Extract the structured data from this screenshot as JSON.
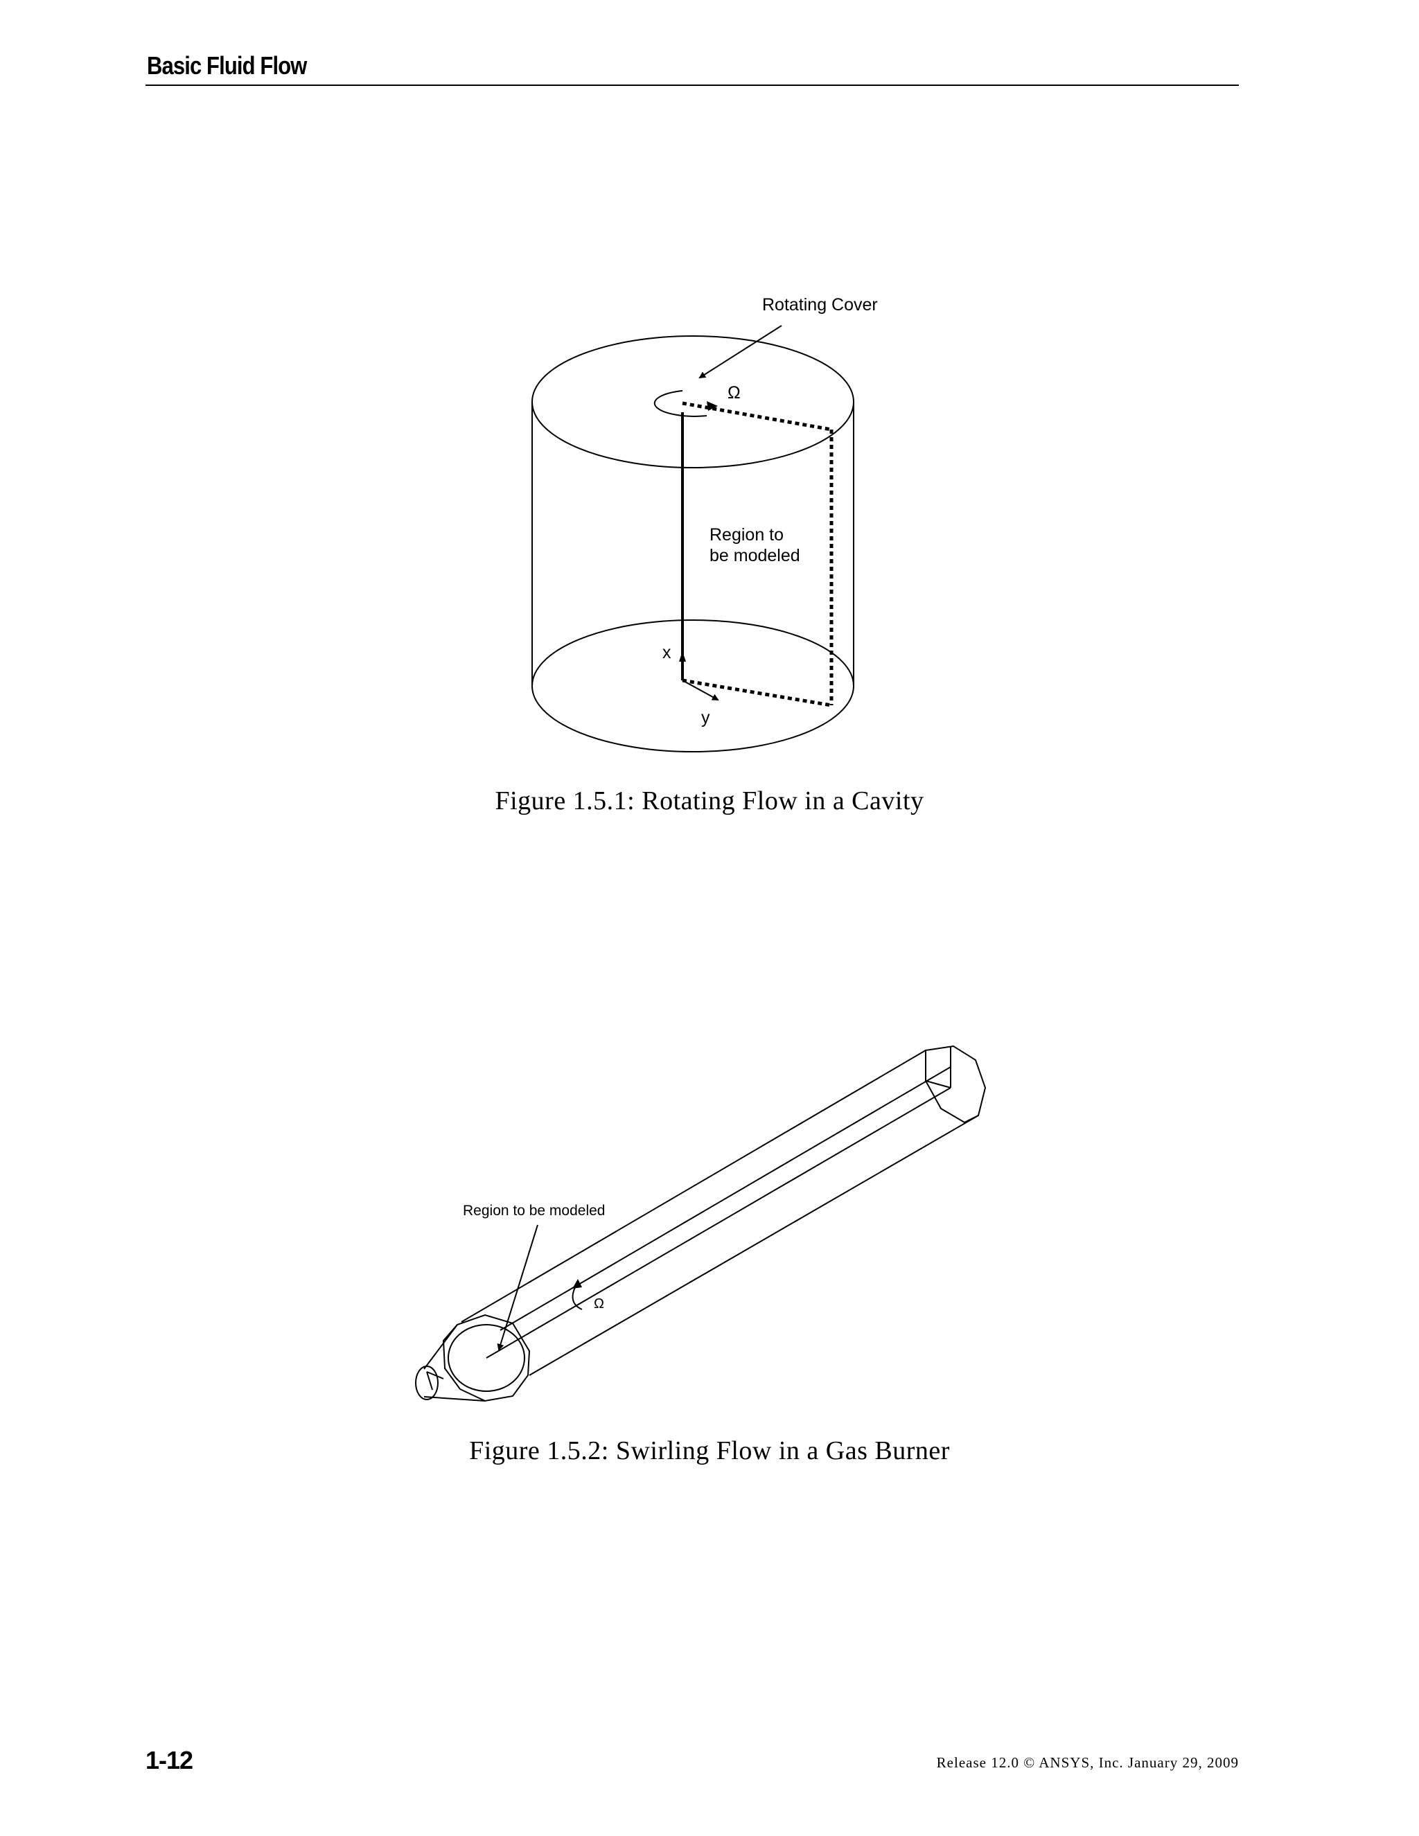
{
  "header": {
    "title": "Basic Fluid Flow"
  },
  "figure1": {
    "label_cover": "Rotating Cover",
    "label_omega": "Ω",
    "label_region_line1": "Region to",
    "label_region_line2": "be modeled",
    "label_x": "x",
    "label_y": "y",
    "caption": "Figure 1.5.1: Rotating Flow in a Cavity"
  },
  "figure2": {
    "label_region": "Region to be modeled",
    "label_omega": "Ω",
    "caption": "Figure 1.5.2: Swirling Flow in a Gas Burner"
  },
  "footer": {
    "page_number": "1-12",
    "release": "Release 12.0 © ANSYS, Inc. January 29, 2009"
  }
}
